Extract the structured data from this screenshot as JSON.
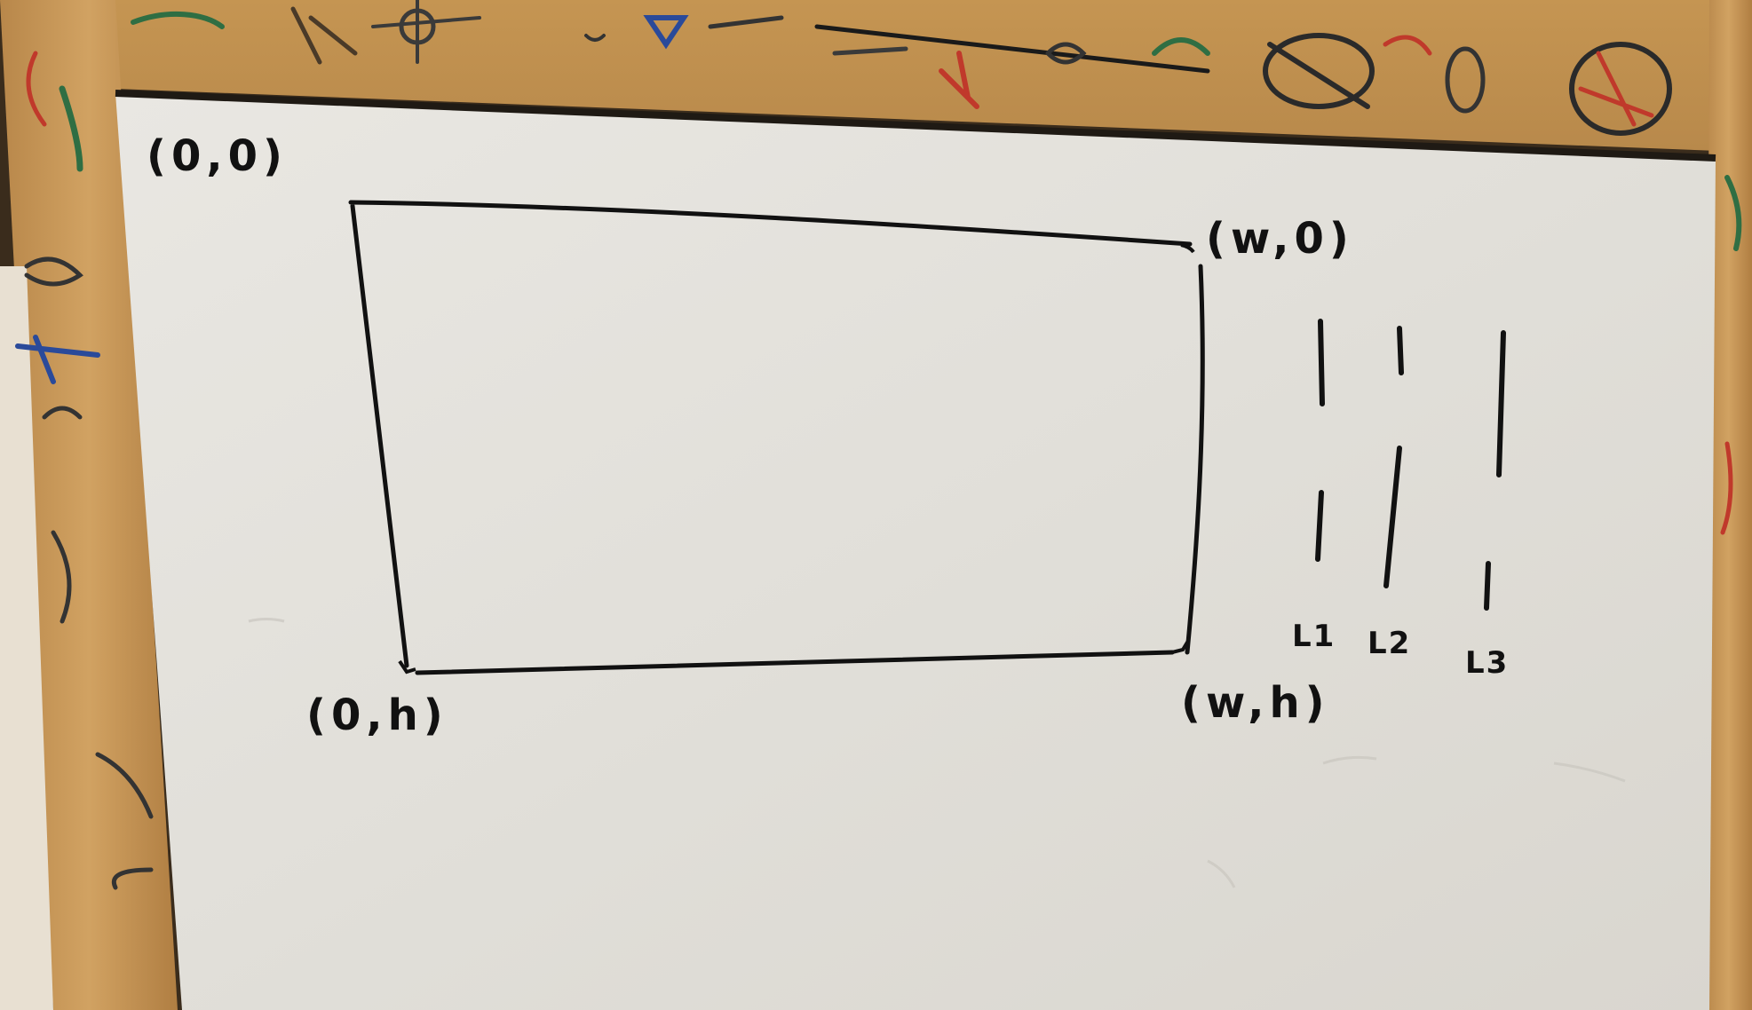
{
  "photo": {
    "subject": "whiteboard",
    "colors": {
      "frame_wood": "#c99a5a",
      "frame_wood_dark": "#a8783e",
      "board_surface": "#e4e2dc",
      "marker_ink": "#111111",
      "wall": "#d8d2c8"
    }
  },
  "drawing": {
    "corner_labels": {
      "top_left": "(0,0)",
      "top_right": "(w,0)",
      "bottom_left": "(0,h)",
      "bottom_right": "(w,h)"
    },
    "dashed_lines": [
      {
        "label": "L1"
      },
      {
        "label": "L2"
      },
      {
        "label": "L3"
      }
    ]
  }
}
